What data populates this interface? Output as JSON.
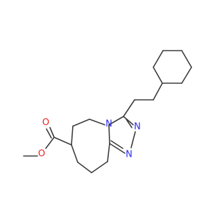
{
  "molecule": {
    "colors": {
      "bond": "#3a3a3a",
      "nitrogen": "#2a2aee",
      "oxygen": "#ee2020"
    },
    "atoms": {
      "o_methoxy": "O",
      "o_carbonyl": "O",
      "n_bridge": "N",
      "n_ring_a": "N",
      "n_ring_b": "N"
    }
  }
}
